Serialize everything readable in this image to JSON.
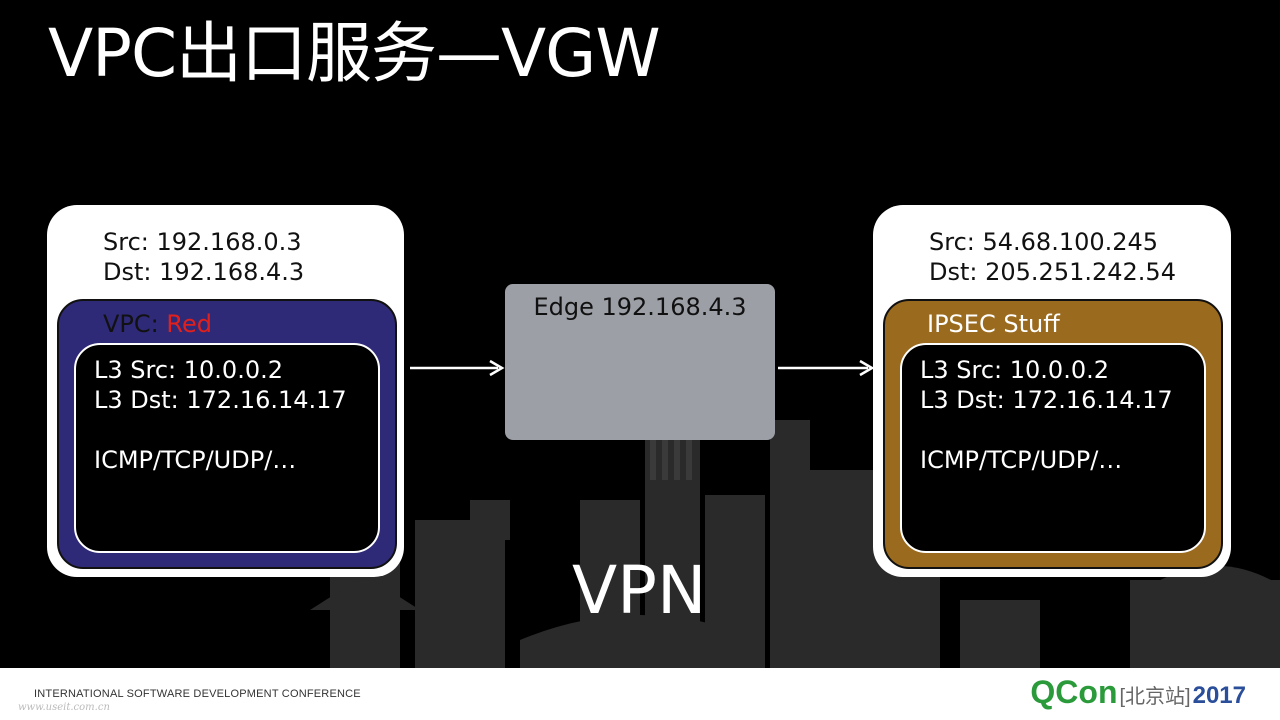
{
  "slide": {
    "title": "VPC出口服务—VGW"
  },
  "left_box": {
    "src": "Src: 192.168.0.3",
    "dst": "Dst: 192.168.4.3",
    "header_prefix": "VPC: ",
    "header_highlight": "Red",
    "l3_src": "L3 Src: 10.0.0.2",
    "l3_dst": "L3 Dst: 172.16.14.17",
    "protocols": "ICMP/TCP/UDP/…",
    "mid_color": "#2e2a78",
    "highlight_color": "#e0201c"
  },
  "edge": {
    "label": "Edge 192.168.4.3",
    "color": "#9c9fa6"
  },
  "right_box": {
    "src": "Src: 54.68.100.245",
    "dst": "Dst: 205.251.242.54",
    "header": "IPSEC Stuff",
    "l3_src": "L3 Src: 10.0.0.2",
    "l3_dst": "L3 Dst: 172.16.14.17",
    "protocols": "ICMP/TCP/UDP/…",
    "mid_color": "#9a6a1e"
  },
  "vpn_label": "VPN",
  "footer": {
    "conference": "INTERNATIONAL SOFTWARE DEVELOPMENT CONFERENCE",
    "watermark": "www.useit.com.cn",
    "logo_q": "Q",
    "logo_con": "Con",
    "logo_city": "[北京站]",
    "logo_year": "2017"
  }
}
